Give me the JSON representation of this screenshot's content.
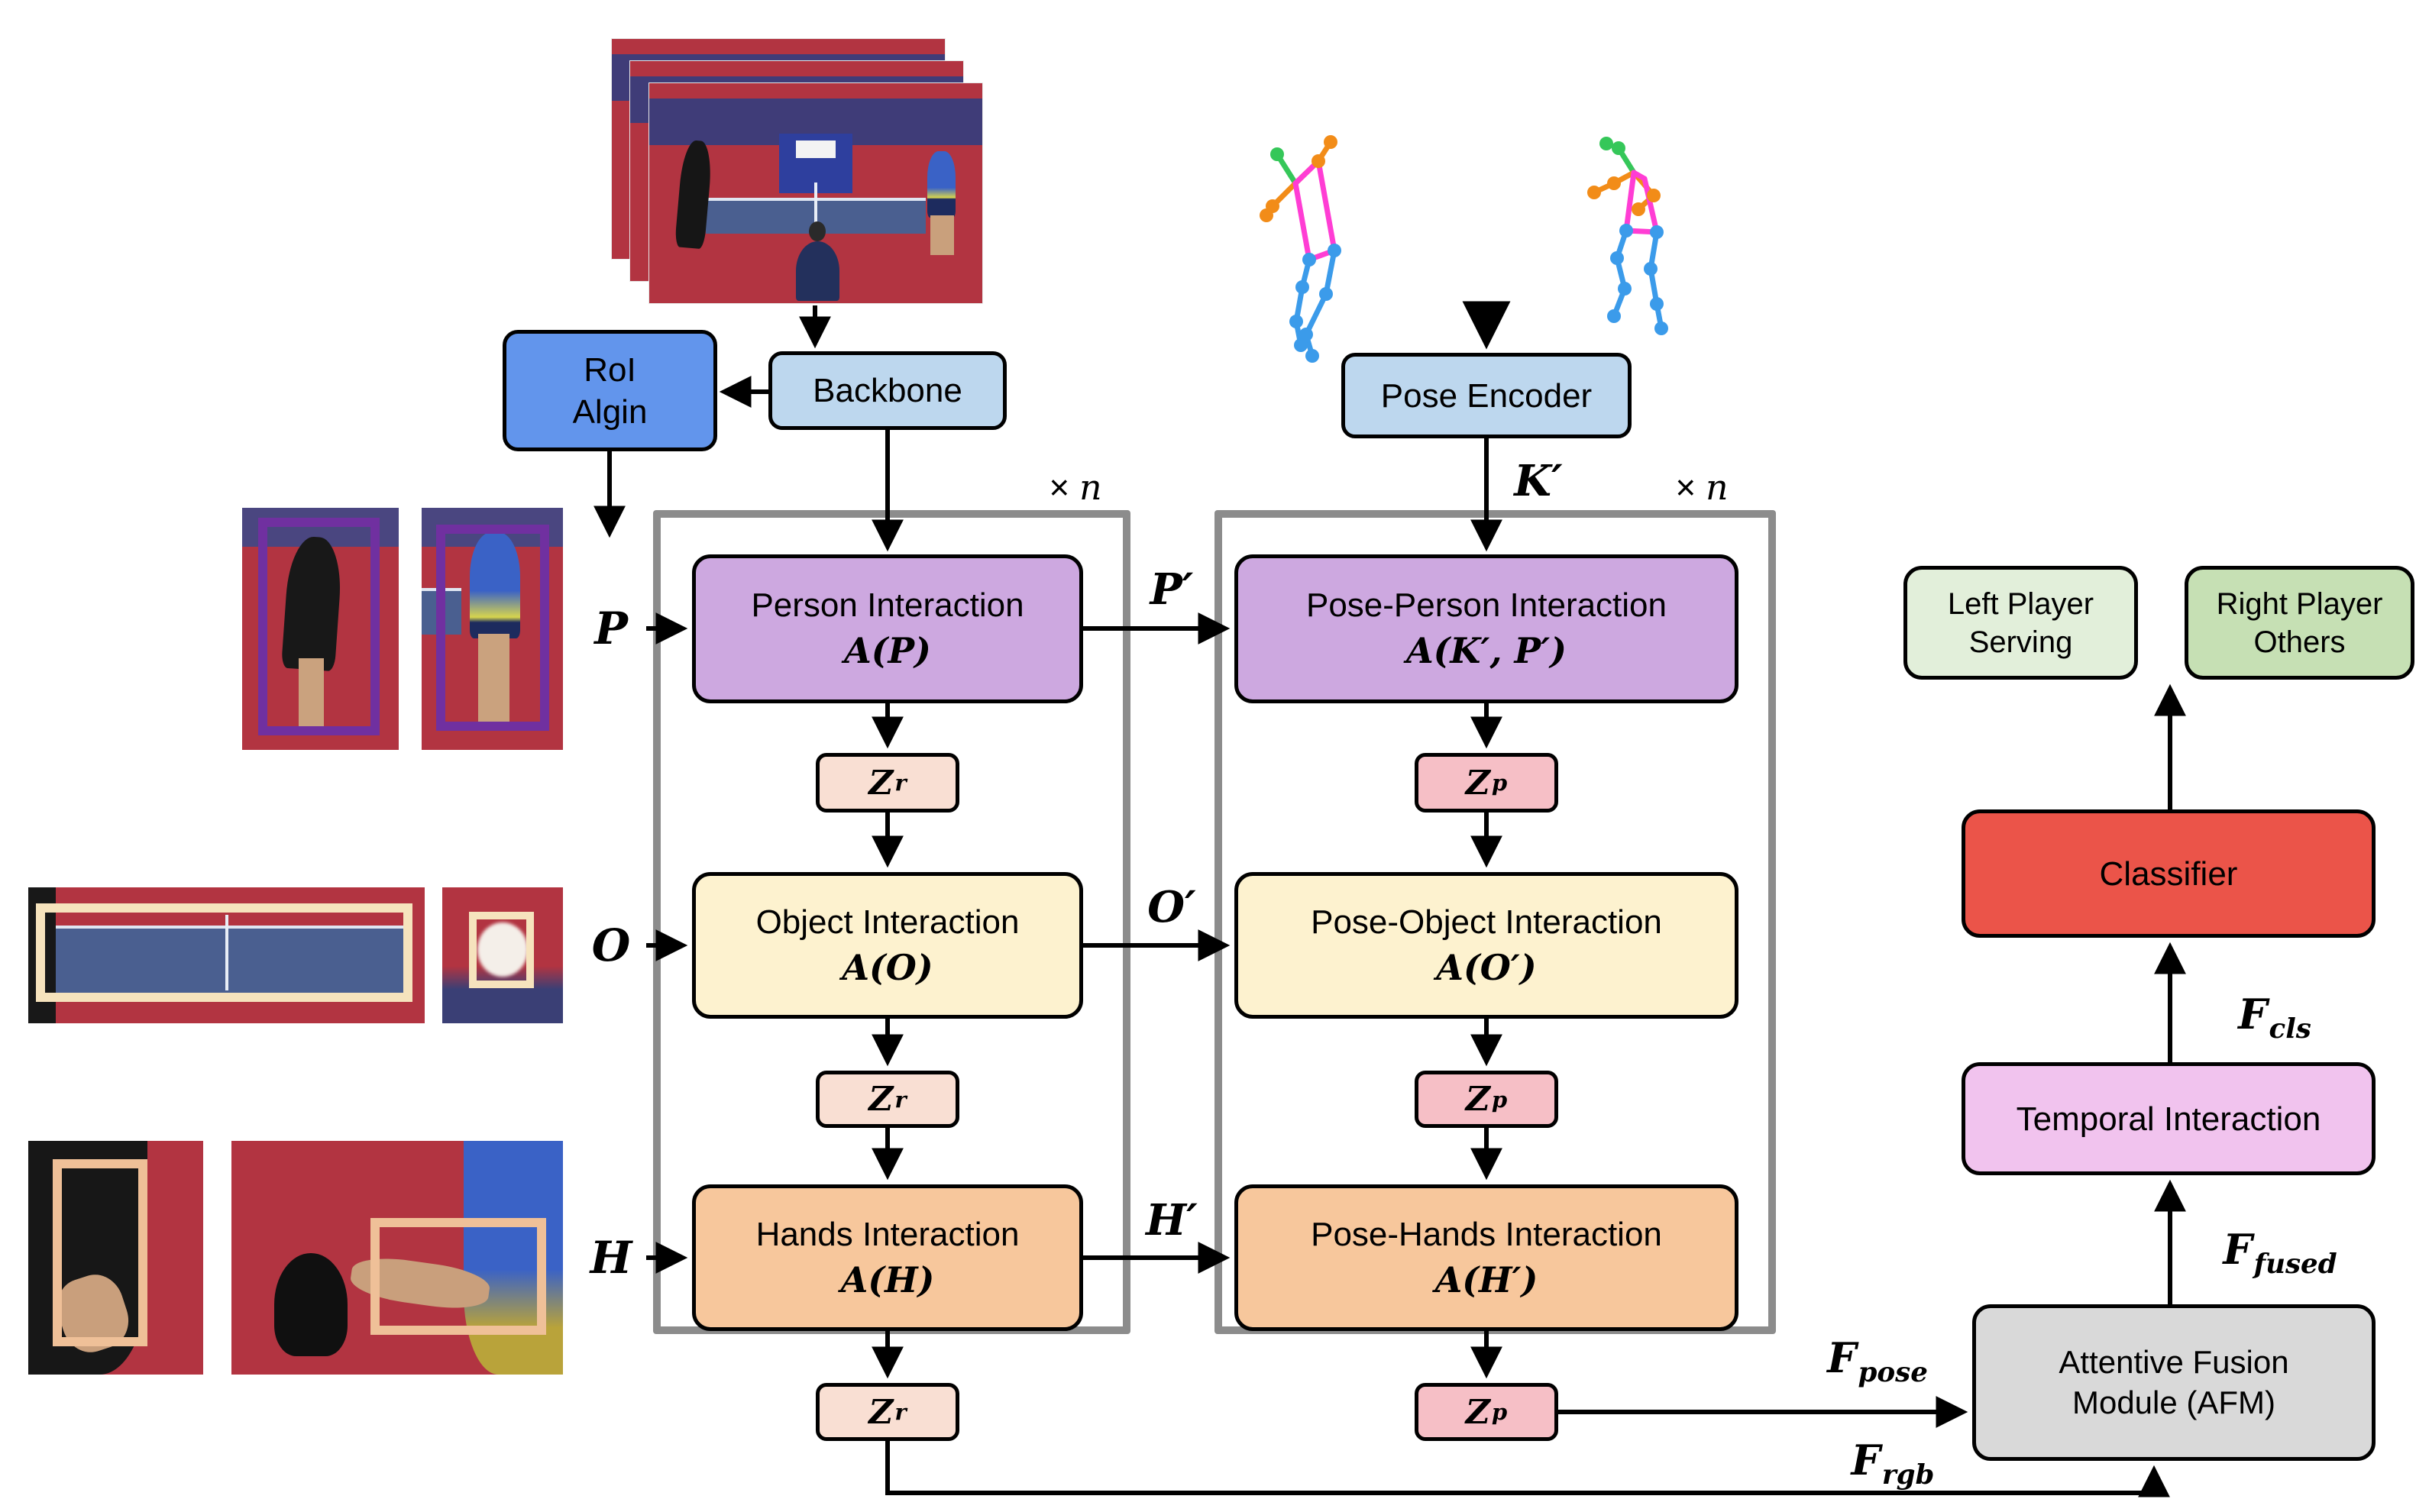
{
  "top_row": {
    "roi_align": {
      "line1": "RoI",
      "line2": "Algin"
    },
    "backbone": "Backbone",
    "pose_encoder": "Pose Encoder"
  },
  "repeat_label": {
    "times": "×",
    "var": "n"
  },
  "interaction_blocks": {
    "person": {
      "title": "Person Interaction",
      "formula": "A(P)"
    },
    "object": {
      "title": "Object Interaction",
      "formula": "A(O)"
    },
    "hands": {
      "title": "Hands Interaction",
      "formula": "A(H)"
    },
    "pose_person": {
      "title": "Pose-Person Interaction",
      "formula": "A(K′, P′)"
    },
    "pose_object": {
      "title": "Pose-Object Interaction",
      "formula": "A(O′)"
    },
    "pose_hands": {
      "title": "Pose-Hands Interaction",
      "formula": "A(H′)"
    }
  },
  "latents": {
    "zr": {
      "main": "Z",
      "sub": "r"
    },
    "zp": {
      "main": "Z",
      "sub": "p"
    }
  },
  "flow_labels": {
    "p": "P",
    "o": "O",
    "h": "H",
    "p_prime": "P′",
    "o_prime": "O′",
    "h_prime": "H′",
    "k_prime": "K′"
  },
  "features": {
    "f_pose": {
      "main": "F",
      "sub": "pose"
    },
    "f_rgb": {
      "main": "F",
      "sub": "rgb"
    },
    "f_fused": {
      "main": "F",
      "sub": "fused"
    },
    "f_cls": {
      "main": "F",
      "sub": "cls"
    }
  },
  "outputs": {
    "left_player": {
      "line1": "Left Player",
      "line2": "Serving"
    },
    "right_player": {
      "line1": "Right Player",
      "line2": "Others"
    }
  },
  "head": {
    "classifier": "Classifier",
    "temporal": "Temporal Interaction",
    "afm_line1": "Attentive Fusion",
    "afm_line2": "Module (AFM)"
  },
  "palette": {
    "roi_blue": "#6295EC",
    "encoder_blue": "#BDD7EE",
    "person_purple": "#CDA8E0",
    "object_yellow": "#FDF2CF",
    "hands_orange": "#F7C79C",
    "z_rgb_pink": "#F9DFD3",
    "z_pose_pink": "#F6BFC6",
    "serving_green": "#E2EFDA",
    "others_green": "#C6E0B4",
    "classifier_red": "#EB5449",
    "temporal_pink": "#F1C3EE",
    "afm_gray": "#D9D9D9",
    "container_gray": "#8C8C8C",
    "bbox_purple": "#7030A0",
    "bbox_cream": "#F6E3BD",
    "bbox_peach": "#EFC098",
    "skeleton_green": "#35C759",
    "skeleton_orange": "#F28C18",
    "skeleton_magenta": "#FF3DD4",
    "skeleton_blue": "#3B9BEA"
  }
}
